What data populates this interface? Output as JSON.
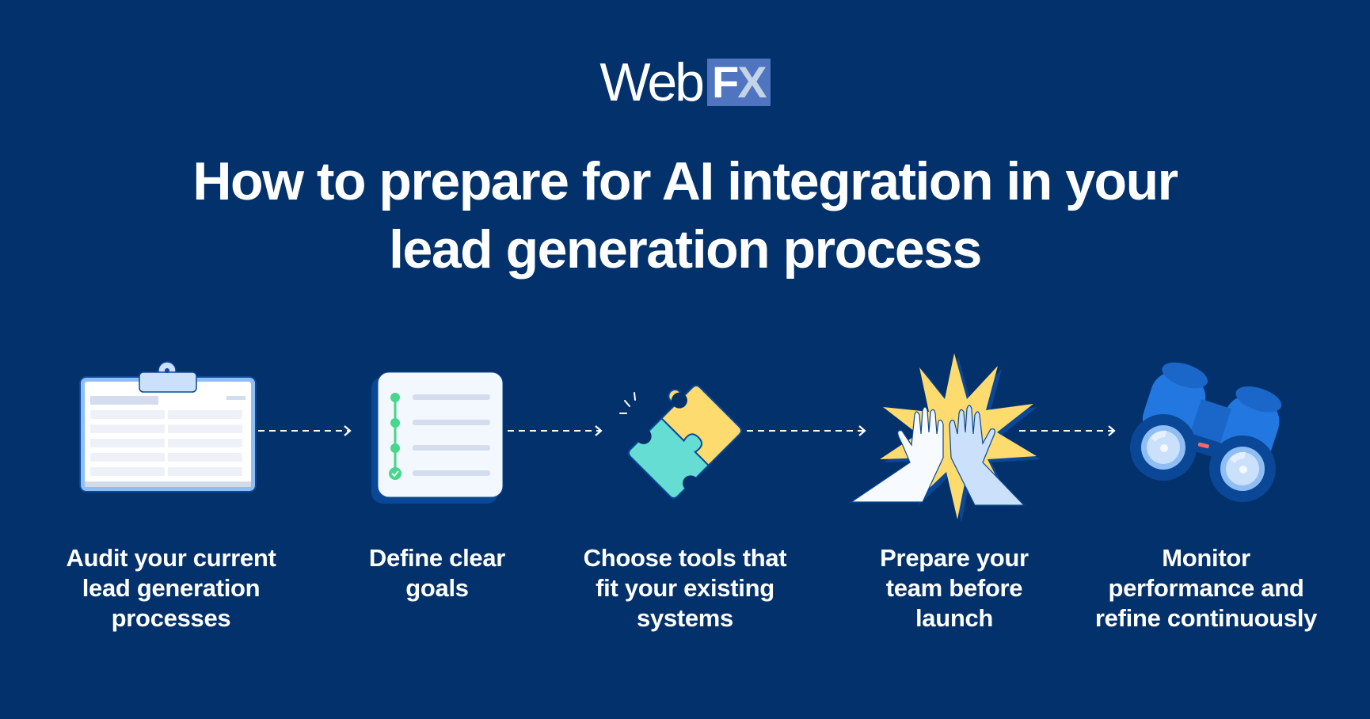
{
  "logo": {
    "text_web": "Web",
    "text_f": "F",
    "text_x": "X"
  },
  "title": {
    "line1": "How to prepare for AI integration in your",
    "line2": "lead generation process"
  },
  "colors": {
    "background": "#03316b",
    "logo_box": "#4f74c0",
    "text": "#ffffff",
    "yellow": "#fddb6f",
    "teal": "#66ddd3",
    "green": "#46d68c",
    "light_blue": "#cbe1fb",
    "blue": "#2278e0",
    "dark_blue": "#0a4796",
    "accent_red": "#f06b6b"
  },
  "steps": [
    {
      "icon": "clipboard-icon",
      "lines": [
        "Audit your current",
        "lead generation",
        "processes"
      ]
    },
    {
      "icon": "checklist-icon",
      "lines": [
        "Define clear",
        "goals"
      ]
    },
    {
      "icon": "puzzle-icon",
      "lines": [
        "Choose tools that",
        "fit your existing",
        "systems"
      ]
    },
    {
      "icon": "high-five-icon",
      "lines": [
        "Prepare your",
        "team before",
        "launch"
      ]
    },
    {
      "icon": "binoculars-icon",
      "lines": [
        "Monitor",
        "performance and",
        "refine continuously"
      ]
    }
  ]
}
